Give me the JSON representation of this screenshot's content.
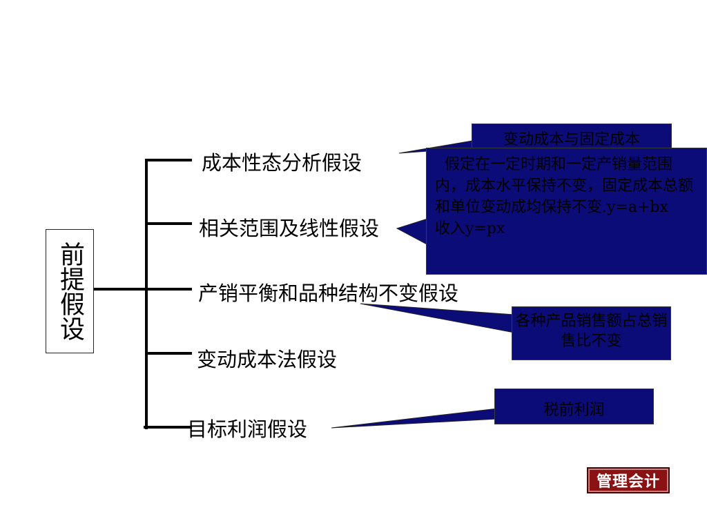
{
  "root": {
    "label": "前提假设"
  },
  "branches": [
    {
      "id": "cost-behavior",
      "label": "成本性态分析假设"
    },
    {
      "id": "relevant-range",
      "label": "相关范围及线性假设"
    },
    {
      "id": "production-sales",
      "label": "产销平衡和品种结构不变假设"
    },
    {
      "id": "variable-costing",
      "label": "变动成本法假设"
    },
    {
      "id": "target-profit",
      "label": "目标利润假设"
    }
  ],
  "callouts": [
    {
      "id": "cost-split",
      "text": "变动成本与固定成本"
    },
    {
      "id": "range-linear",
      "text": "  假定在一定时期和一定产销量范围内，成本水平保持不变，固定成本总额和单位变动成均保持不变.y=a+bx      收入y=px"
    },
    {
      "id": "sales-mix",
      "text": "各种产品销售额占总销售比不变"
    },
    {
      "id": "pretax-profit",
      "text": "税前利润"
    }
  ],
  "colors": {
    "callout_fill": "#0c0c78",
    "logo_fill": "#8a1212",
    "line": "#000000"
  },
  "logo": {
    "text": "管理会计"
  }
}
